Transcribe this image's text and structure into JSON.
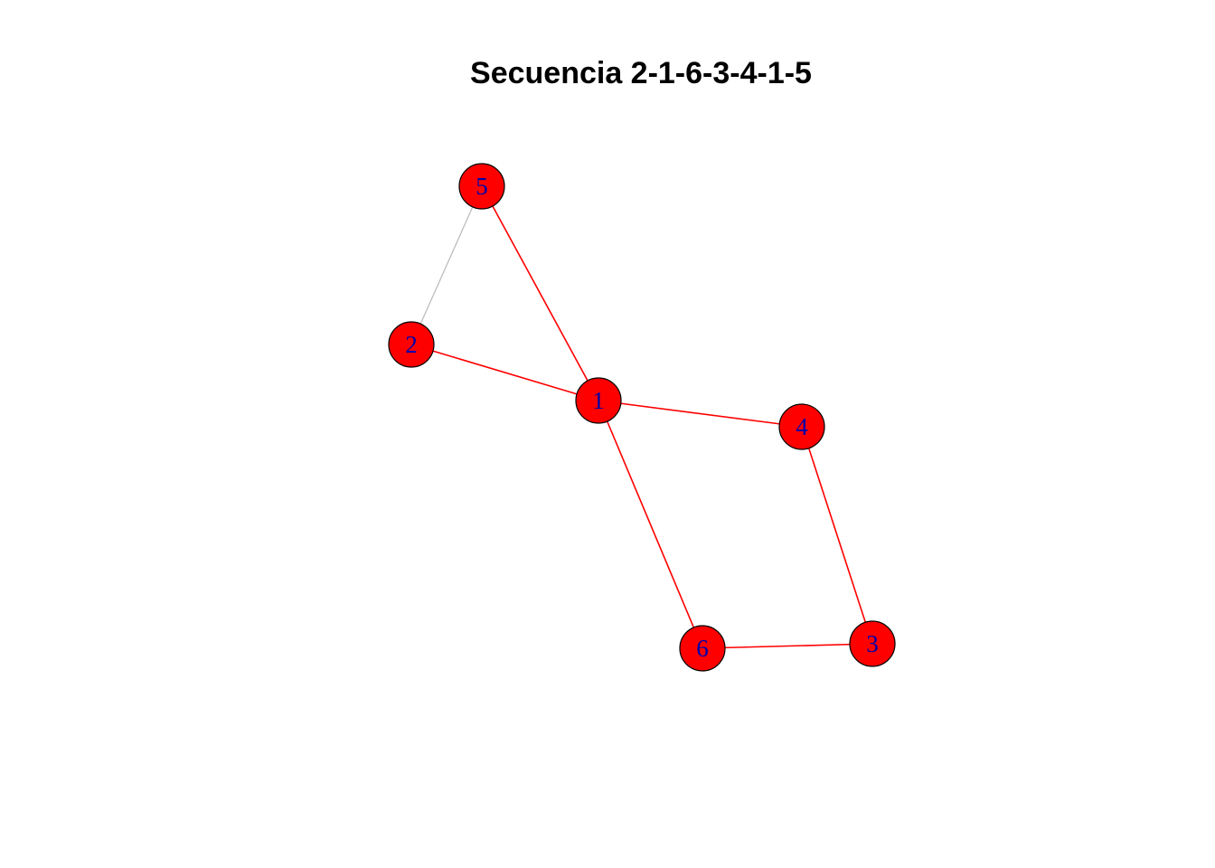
{
  "title": "Secuencia 2-1-6-3-4-1-5",
  "colors": {
    "background": "#ffffff",
    "node_fill": "#ff0000",
    "node_border": "#000000",
    "label": "#0000aa",
    "path_edge": "#ff0000",
    "other_edge": "#bebebe"
  },
  "graph": {
    "nodes": [
      {
        "id": "1",
        "label": "1"
      },
      {
        "id": "2",
        "label": "2"
      },
      {
        "id": "3",
        "label": "3"
      },
      {
        "id": "4",
        "label": "4"
      },
      {
        "id": "5",
        "label": "5"
      },
      {
        "id": "6",
        "label": "6"
      }
    ],
    "edges": [
      {
        "from": "2",
        "to": "5",
        "highlighted": false
      },
      {
        "from": "5",
        "to": "1",
        "highlighted": true
      },
      {
        "from": "2",
        "to": "1",
        "highlighted": true
      },
      {
        "from": "1",
        "to": "4",
        "highlighted": true
      },
      {
        "from": "1",
        "to": "6",
        "highlighted": true
      },
      {
        "from": "4",
        "to": "3",
        "highlighted": true
      },
      {
        "from": "6",
        "to": "3",
        "highlighted": true
      }
    ]
  }
}
